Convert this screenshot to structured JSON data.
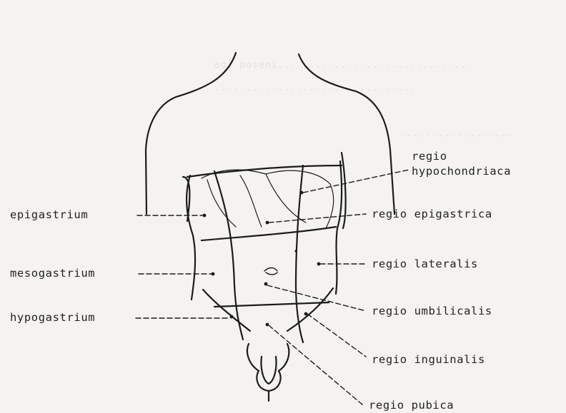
{
  "left_labels": {
    "epigastrium": "epigastrium",
    "mesogastrium": "mesogastrium",
    "hypogastrium": "hypogastrium"
  },
  "right_labels": {
    "hypochondriaca_line1": "regio",
    "hypochondriaca_line2": "hypochondriaca",
    "epigastrica": "regio epigastrica",
    "lateralis": "regio lateralis",
    "umbilicalis": "regio umbilicalis",
    "inguinalis": "regio inguinalis",
    "pubica": "regio pubica"
  },
  "colors": {
    "ink": "#1c1c1c",
    "paper": "#f4f3f0"
  }
}
